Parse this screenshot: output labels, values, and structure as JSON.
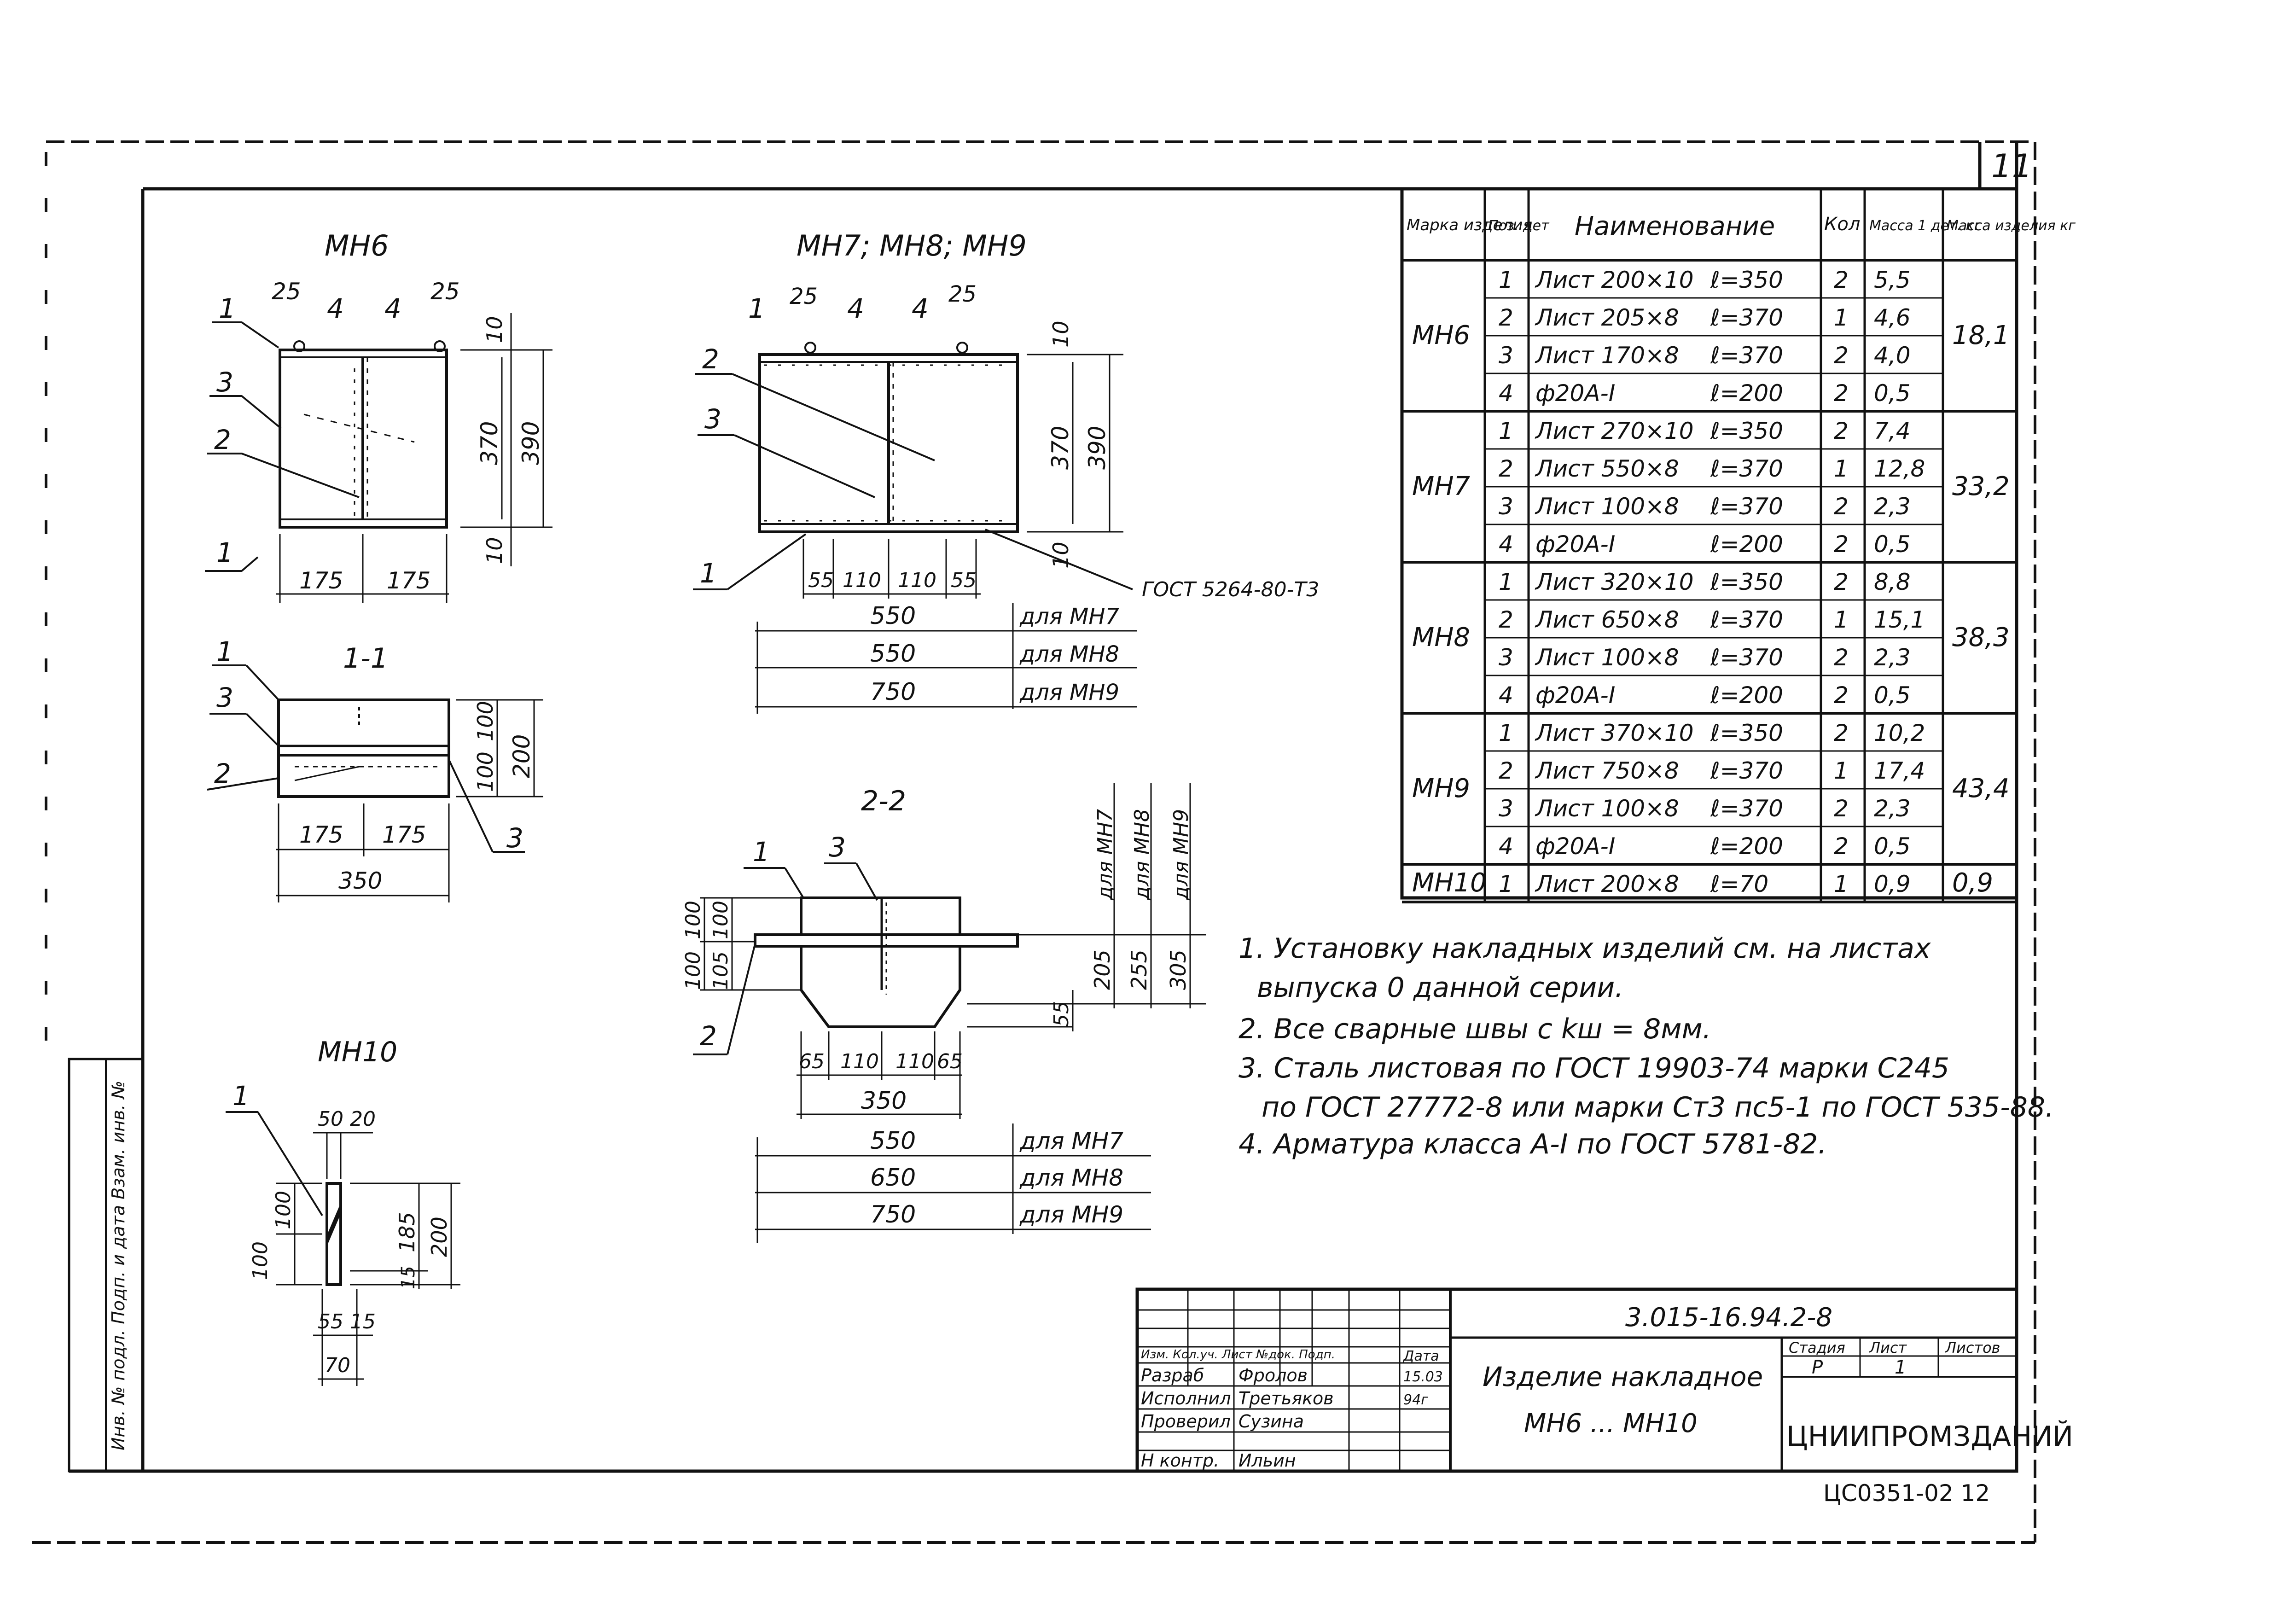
{
  "sheet_number": "11",
  "drawings": {
    "mn6": {
      "title": "МН6",
      "dims": {
        "d25a": "25",
        "d25b": "25",
        "d10a": "10",
        "d10b": "10",
        "d370": "370",
        "d390": "390",
        "d175a": "175",
        "d175b": "175"
      },
      "callouts": {
        "c1a": "1",
        "c4a": "4",
        "c4b": "4",
        "c3": "3",
        "c2": "2",
        "c1b": "1"
      }
    },
    "mn789": {
      "title": "МН7; МН8; МН9",
      "dims": {
        "d25": "25",
        "d25b": "25",
        "d10a": "10",
        "d10b": "10",
        "d370": "370",
        "d390": "390",
        "d55a": "55",
        "d110a": "110",
        "d110b": "110",
        "d55b": "55"
      },
      "callouts": {
        "c1": "1",
        "c4a": "4",
        "c4b": "4",
        "c2": "2",
        "c3": "3",
        "c1b": "1"
      },
      "gost": "ГОСТ 5264-80-Т3",
      "lengths": [
        {
          "value": "550",
          "label": "для МН7"
        },
        {
          "value": "550",
          "label": "для МН8"
        },
        {
          "value": "750",
          "label": "для МН9"
        }
      ]
    },
    "sec11": {
      "title": "1-1",
      "dims": {
        "d100a": "100",
        "d100b": "100",
        "d200": "200",
        "d175a": "175",
        "d175b": "175",
        "d350": "350"
      },
      "callouts": {
        "c1": "1",
        "c3": "3",
        "c2": "2",
        "c3b": "3"
      }
    },
    "sec22": {
      "title": "2-2",
      "dims": {
        "d100t": "100",
        "d100b": "100",
        "d105": "105",
        "d100c": "100",
        "d205": "205",
        "d255": "255",
        "d305": "305",
        "d55": "55",
        "d65": "65",
        "d110a": "110",
        "d110b": "110",
        "d65b": "65",
        "d350": "350"
      },
      "vlabels": [
        "для МН7",
        "для МН8",
        "для МН9"
      ],
      "callouts": {
        "c1": "1",
        "c3": "3",
        "c2": "2"
      },
      "lengths": [
        {
          "value": "550",
          "label": "для МН7"
        },
        {
          "value": "650",
          "label": "для МН8"
        },
        {
          "value": "750",
          "label": "для МН9"
        }
      ]
    },
    "mn10": {
      "title": "МН10",
      "dims": {
        "d50": "50",
        "d20": "20",
        "d100a": "100",
        "d100b": "100",
        "d185": "185",
        "d15": "15",
        "d200": "200",
        "d55": "55",
        "d15b": "15",
        "d70": "70"
      },
      "callouts": {
        "c1": "1"
      }
    }
  },
  "spec_table": {
    "headers": [
      "Марка изделия",
      "Поз. дет",
      "Наименование",
      "Кол",
      "Масса 1 дет. кг",
      "Масса изделия кг"
    ],
    "groups": [
      {
        "mark": "МН6",
        "total": "18,1",
        "rows": [
          {
            "pos": "1",
            "name": "Лист 200×10",
            "len": "ℓ=350",
            "qty": "2",
            "mass": "5,5"
          },
          {
            "pos": "2",
            "name": "Лист 205×8",
            "len": "ℓ=370",
            "qty": "1",
            "mass": "4,6"
          },
          {
            "pos": "3",
            "name": "Лист 170×8",
            "len": "ℓ=370",
            "qty": "2",
            "mass": "4,0"
          },
          {
            "pos": "4",
            "name": "ф20А-I",
            "len": "ℓ=200",
            "qty": "2",
            "mass": "0,5"
          }
        ]
      },
      {
        "mark": "МН7",
        "total": "33,2",
        "rows": [
          {
            "pos": "1",
            "name": "Лист 270×10",
            "len": "ℓ=350",
            "qty": "2",
            "mass": "7,4"
          },
          {
            "pos": "2",
            "name": "Лист 550×8",
            "len": "ℓ=370",
            "qty": "1",
            "mass": "12,8"
          },
          {
            "pos": "3",
            "name": "Лист 100×8",
            "len": "ℓ=370",
            "qty": "2",
            "mass": "2,3"
          },
          {
            "pos": "4",
            "name": "ф20А-I",
            "len": "ℓ=200",
            "qty": "2",
            "mass": "0,5"
          }
        ]
      },
      {
        "mark": "МН8",
        "total": "38,3",
        "rows": [
          {
            "pos": "1",
            "name": "Лист 320×10",
            "len": "ℓ=350",
            "qty": "2",
            "mass": "8,8"
          },
          {
            "pos": "2",
            "name": "Лист 650×8",
            "len": "ℓ=370",
            "qty": "1",
            "mass": "15,1"
          },
          {
            "pos": "3",
            "name": "Лист 100×8",
            "len": "ℓ=370",
            "qty": "2",
            "mass": "2,3"
          },
          {
            "pos": "4",
            "name": "ф20А-I",
            "len": "ℓ=200",
            "qty": "2",
            "mass": "0,5"
          }
        ]
      },
      {
        "mark": "МН9",
        "total": "43,4",
        "rows": [
          {
            "pos": "1",
            "name": "Лист 370×10",
            "len": "ℓ=350",
            "qty": "2",
            "mass": "10,2"
          },
          {
            "pos": "2",
            "name": "Лист 750×8",
            "len": "ℓ=370",
            "qty": "1",
            "mass": "17,4"
          },
          {
            "pos": "3",
            "name": "Лист 100×8",
            "len": "ℓ=370",
            "qty": "2",
            "mass": "2,3"
          },
          {
            "pos": "4",
            "name": "ф20А-I",
            "len": "ℓ=200",
            "qty": "2",
            "mass": "0,5"
          }
        ]
      },
      {
        "mark": "МН10",
        "total": "0,9",
        "rows": [
          {
            "pos": "1",
            "name": "Лист 200×8",
            "len": "ℓ=70",
            "qty": "1",
            "mass": "0,9"
          }
        ]
      }
    ]
  },
  "notes": [
    "1. Установку накладных изделий см. на листах",
    "выпуска 0 данной серии.",
    "2. Все сварные швы с kш = 8мм.",
    "3. Сталь листовая по ГОСТ 19903-74 марки С245",
    "по ГОСТ 27772-8 или марки Ст3 пс5-1 по ГОСТ 535-88.",
    "4. Арматура класса А-I по ГОСТ 5781-82."
  ],
  "title_block": {
    "code": "3.015-16.94.2-8",
    "roles": [
      {
        "role": "Изм. Кол.уч. Лист №док. Подп.",
        "name": "",
        "date": "Дата"
      },
      {
        "role": "Разраб",
        "name": "Фролов",
        "date": "15.03"
      },
      {
        "role": "Исполнил",
        "name": "Третьяков",
        "date": "94г"
      },
      {
        "role": "Проверил",
        "name": "Сузина",
        "date": ""
      },
      {
        "role": "Н контр.",
        "name": "Ильин",
        "date": ""
      }
    ],
    "title_line1": "Изделие накладное",
    "title_line2": "МН6 ... МН10",
    "stage_label": "Стадия",
    "sheet_label": "Лист",
    "sheets_label": "Листов",
    "stage": "Р",
    "sheet": "1",
    "org": "ЦНИИПРОМЗДАНИЙ",
    "inventory": "ЦС0351-02 12"
  },
  "stamp_side": "Инв. № подл.  Подп. и дата  Взам. инв. №"
}
